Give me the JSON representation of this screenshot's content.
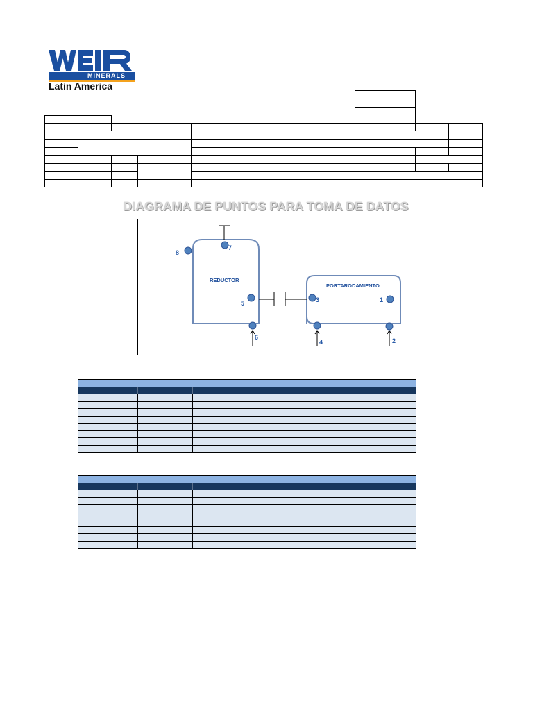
{
  "logo": {
    "brand": "WEIR",
    "sub": "MINERALS",
    "region": "Latin America",
    "colors": {
      "blue": "#1a4fa0",
      "orange": "#f4a21d"
    }
  },
  "diagram": {
    "title": "DIAGRAMA DE PUNTOS PARA TOMA DE DATOS",
    "components": {
      "reducer": "REDUCTOR",
      "bearing_housing": "PORTARODAMIENTO"
    },
    "points": [
      "8",
      "7",
      "5",
      "6",
      "3",
      "4",
      "1",
      "2"
    ],
    "colors": {
      "outline": "#6f8bb8",
      "point": "#4f81bd",
      "label": "#2a5ca8"
    }
  },
  "tables": {
    "rows_per_table": 8,
    "colors": {
      "header": "#8db3e2",
      "columns": "#17375e",
      "row": "#dce6f1"
    }
  }
}
